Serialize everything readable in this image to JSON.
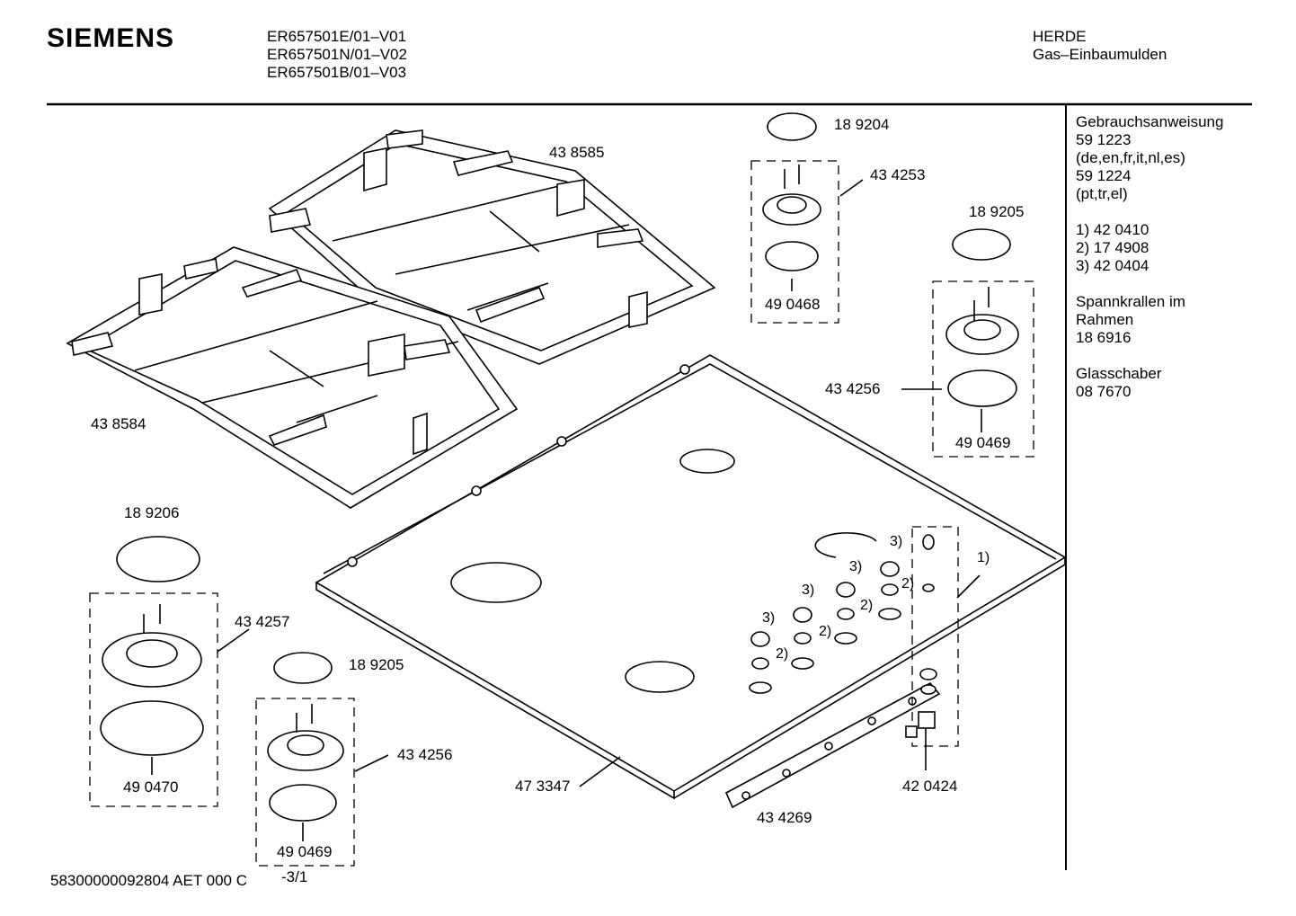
{
  "header": {
    "brand": "SIEMENS",
    "models": [
      "ER657501E/01–V01",
      "ER657501N/01–V02",
      "ER657501B/01–V03"
    ],
    "category": [
      "HERDE",
      "Gas–Einbaumulden"
    ]
  },
  "sidebar": {
    "lines": [
      "Gebrauchsanweisung",
      "59 1223",
      "(de,en,fr,it,nl,es)",
      "59 1224",
      "(pt,tr,el)",
      "",
      "1) 42 0410",
      "2) 17 4908",
      "3) 42 0404",
      "",
      "Spannkrallen im",
      "Rahmen",
      "18 6916",
      "",
      "Glasschaber",
      "08 7670"
    ]
  },
  "parts": {
    "grate_right": "43 8585",
    "grate_left": "43 8584",
    "cap_top": "18 9204",
    "burner_top": "43 4253",
    "ring_top": "49 0468",
    "cap_right": "18 9205",
    "burner_right": "43 4256",
    "ring_right": "49 0469",
    "cap_large": "18 9206",
    "burner_large": "43 4257",
    "ring_large": "49 0470",
    "cap_small": "18 9205",
    "burner_small": "43 4256",
    "ring_small": "49 0469",
    "hob_glass": "47 3347",
    "control_strip": "43 4269",
    "igniter": "42 0424"
  },
  "callouts": {
    "one": "1)",
    "two": "2)",
    "three": "3)"
  },
  "footer": {
    "doc_number": "58300000092804 AET 000 C",
    "page": "-3/1"
  }
}
